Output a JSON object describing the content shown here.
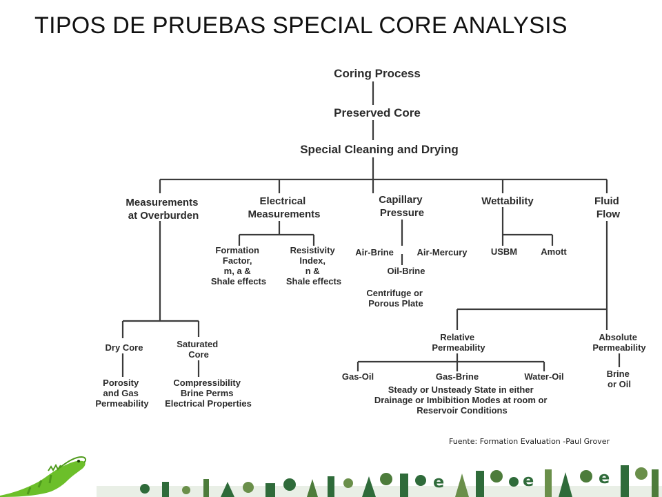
{
  "title": "TIPOS DE PRUEBAS SPECIAL CORE ANALYSIS",
  "source": "Fuente: Formation Evaluation  -Paul Grover",
  "diagram": {
    "coring": "Coring Process",
    "preserved": "Preserved Core",
    "cleaning": "Special Cleaning and Drying",
    "measurements": [
      "Measurements",
      "at Overburden"
    ],
    "electrical": [
      "Electrical",
      "Measurements"
    ],
    "capillary": [
      "Capillary",
      "Pressure"
    ],
    "wettability": "Wettability",
    "fluid": [
      "Fluid",
      "Flow"
    ],
    "formation": [
      "Formation",
      "Factor,",
      "m, a &",
      "Shale effects"
    ],
    "resistivity": [
      "Resistivity",
      "Index,",
      "n &",
      "Shale effects"
    ],
    "air_brine": "Air-Brine",
    "air_mercury": "Air-Mercury",
    "oil_brine": "Oil-Brine",
    "centrifuge": [
      "Centrifuge or",
      "Porous Plate"
    ],
    "usbm": "USBM",
    "amott": "Amott",
    "dry_core": "Dry Core",
    "saturated": [
      "Saturated",
      "Core"
    ],
    "porosity": [
      "Porosity",
      "and Gas",
      "Permeability"
    ],
    "compressibility": [
      "Compressibility",
      "Brine Perms",
      "Electrical Properties"
    ],
    "relative": [
      "Relative",
      "Permeability"
    ],
    "absolute": [
      "Absolute",
      "Permeability"
    ],
    "gas_oil": "Gas-Oil",
    "gas_brine": "Gas-Brine",
    "water_oil": "Water-Oil",
    "steady": [
      "Steady or Unsteady State in either",
      "Drainage or Imbibition Modes at room or",
      "Reservoir Conditions"
    ],
    "brine_oil": [
      "Brine",
      "or Oil"
    ]
  }
}
